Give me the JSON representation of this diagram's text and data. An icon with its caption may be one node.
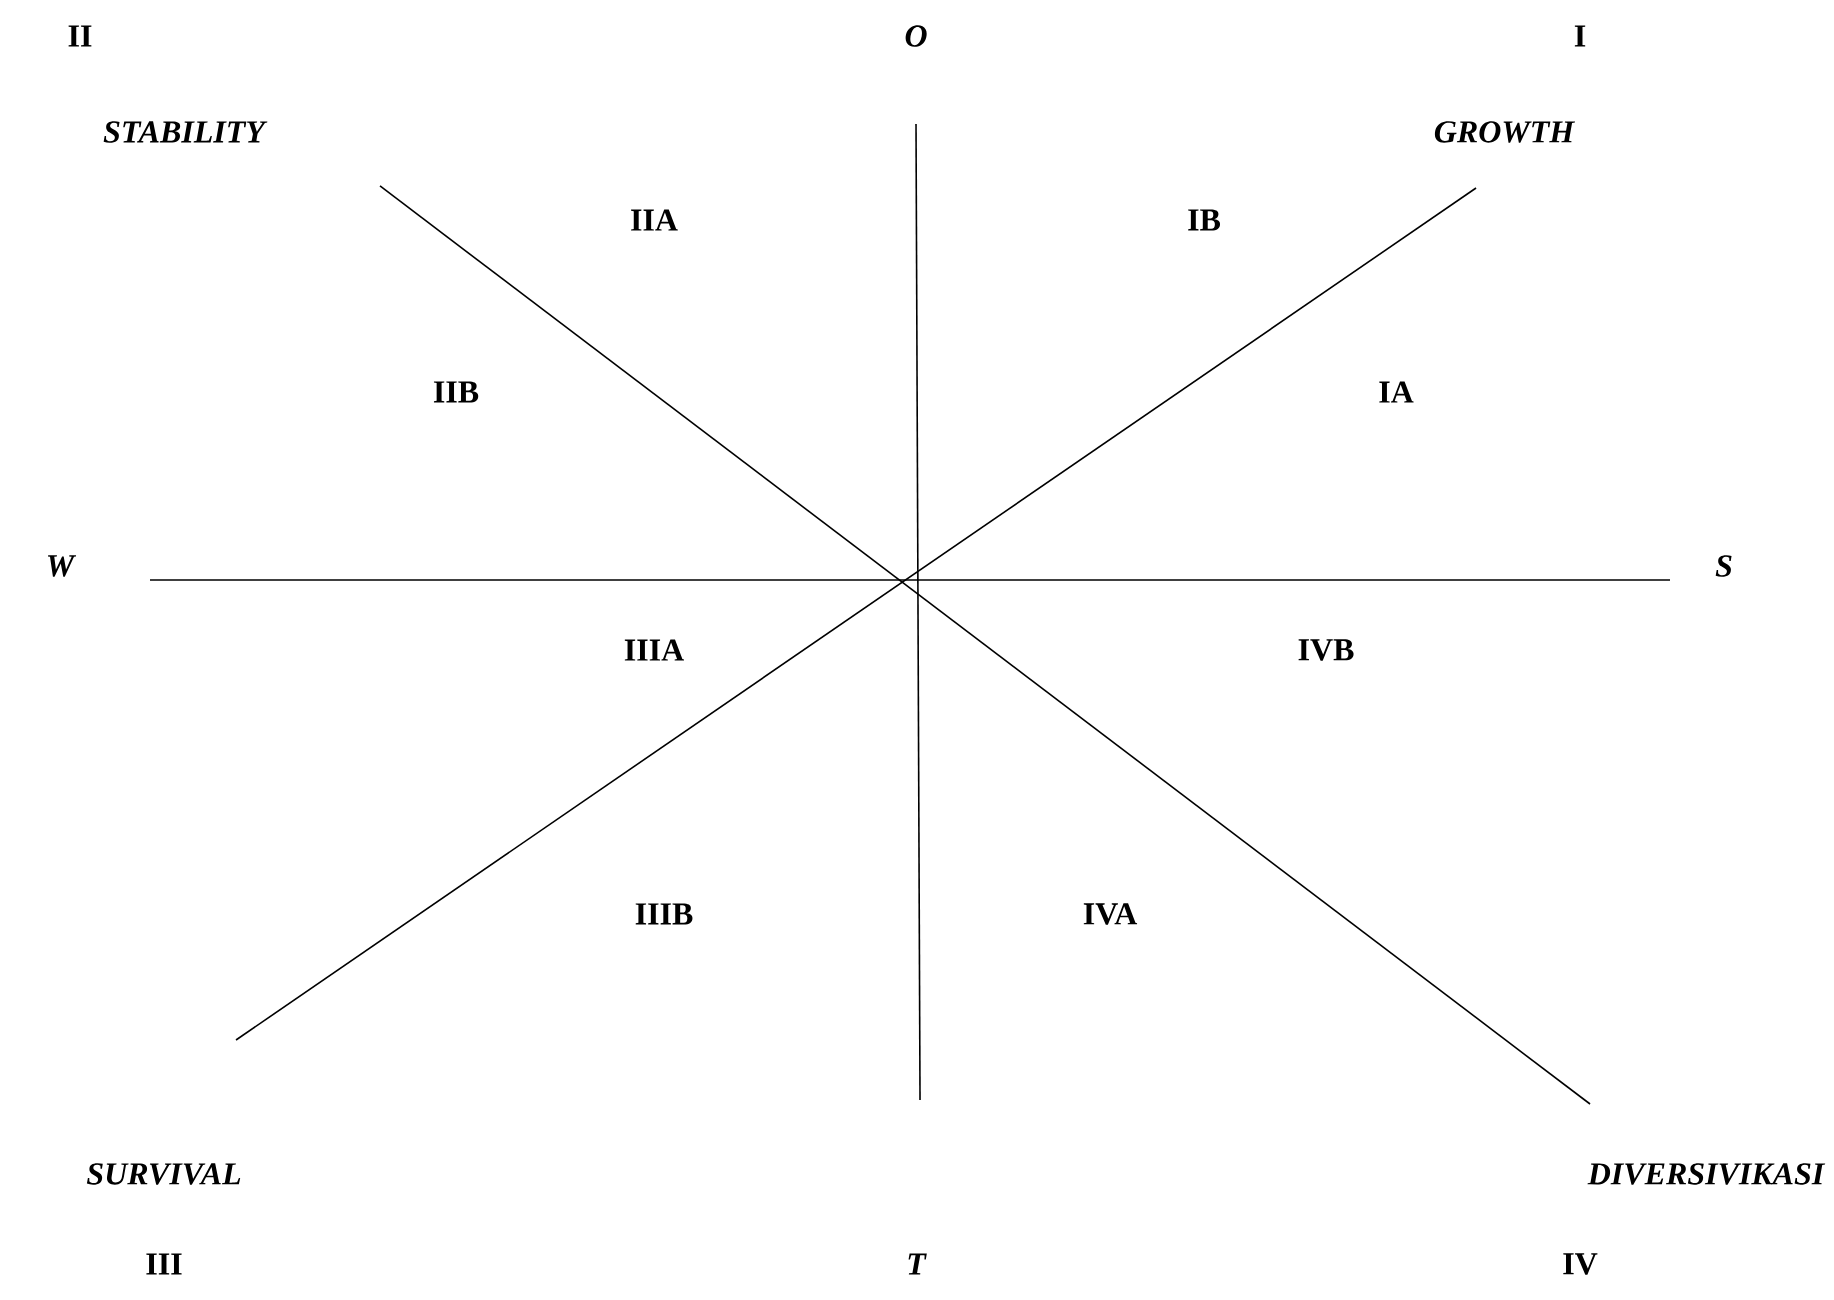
{
  "diagram": {
    "labels": [
      "II",
      "O",
      "I",
      "STABILITY",
      "GROWTH",
      "IIA",
      "IB",
      "IIB",
      "IA",
      "W",
      "S",
      "IIIA",
      "IVB",
      "IIIB",
      "IVA",
      "SURVIVAL",
      "DIVERSIVIKASI",
      "III",
      "T",
      "IV"
    ]
  }
}
